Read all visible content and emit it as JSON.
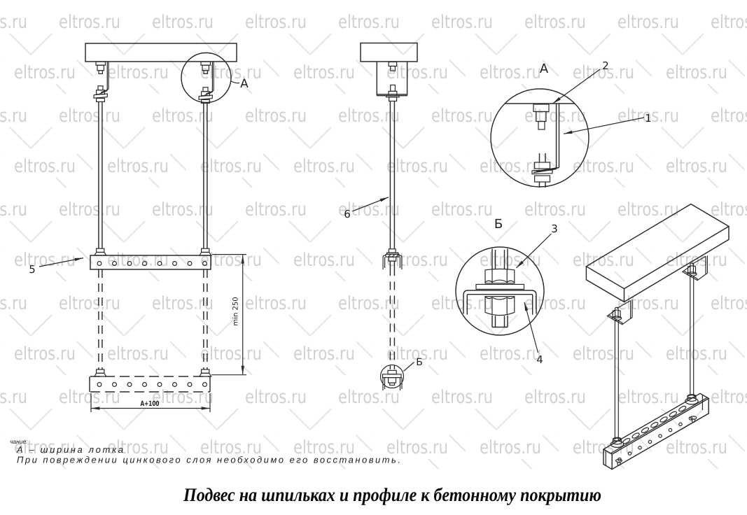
{
  "watermark": {
    "text": "eltros.ru",
    "text_color": "#d0d0d0",
    "diagonal_color": "#e6e6e6"
  },
  "title": {
    "text": "Подвес на шпильках и профиле к бетонному покрытию"
  },
  "notes": {
    "fragment": "чание:",
    "line1": "А – ширина лотка",
    "line2": "При повреждении цинкового слоя необходимо его восстановить."
  },
  "labels": {
    "detail_a_header": "А",
    "detail_b_header": "Б",
    "view_detail_a_ref": "А",
    "view_detail_b_ref": "Б",
    "item1": "1",
    "item2": "2",
    "item3": "3",
    "item4": "4",
    "item5": "5",
    "item6": "6"
  },
  "dimensions": {
    "width_bottom": "А+100",
    "height_right": "min 250"
  },
  "drawing": {
    "line_color": "#2b2b2b",
    "background": "#ffffff"
  }
}
